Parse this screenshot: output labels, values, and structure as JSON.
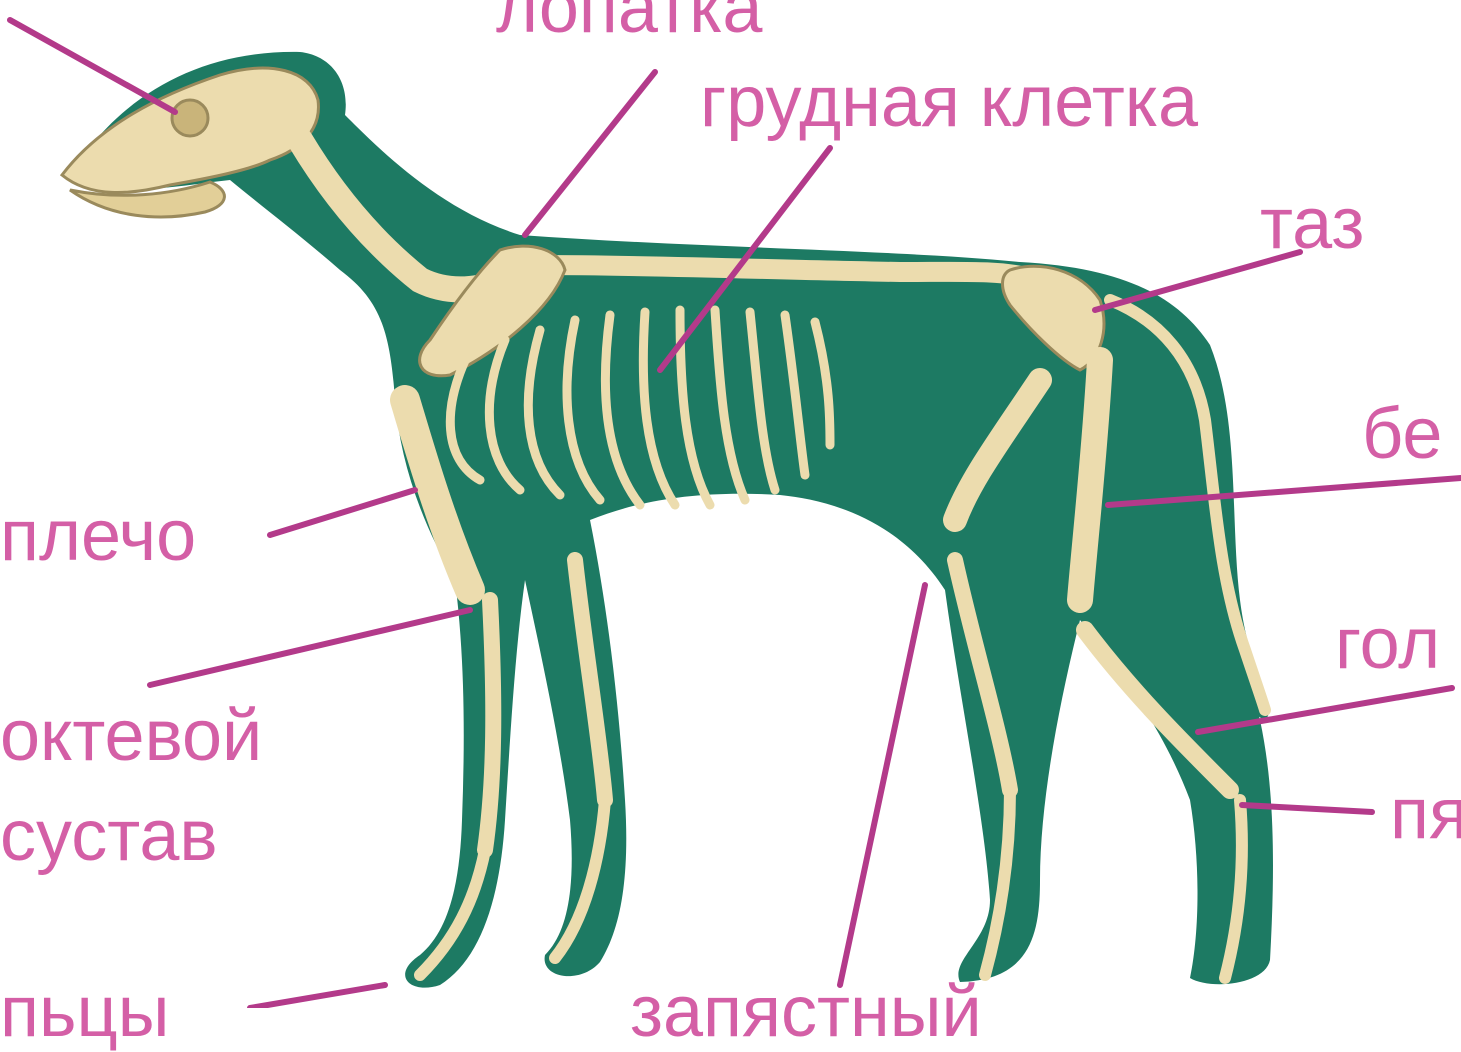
{
  "colors": {
    "background": "#ffffff",
    "silhouette": "#1d7a63",
    "bone": "#ecdcae",
    "bone_outline": "#9a8a5c",
    "leader_line": "#b33a8a",
    "label_text": "#d45fa6"
  },
  "labels": {
    "scapula": "лопатка",
    "rib_cage": "грудная клетка",
    "pelvis": "таз",
    "femur_partial": "бе",
    "shoulder": "плечо",
    "elbow_line1": "октевой",
    "elbow_line2": "сустав",
    "knee_partial": "гол",
    "heel_partial": "пя",
    "phalanges_partial": "пьцы",
    "wrist_partial": "запястный"
  }
}
